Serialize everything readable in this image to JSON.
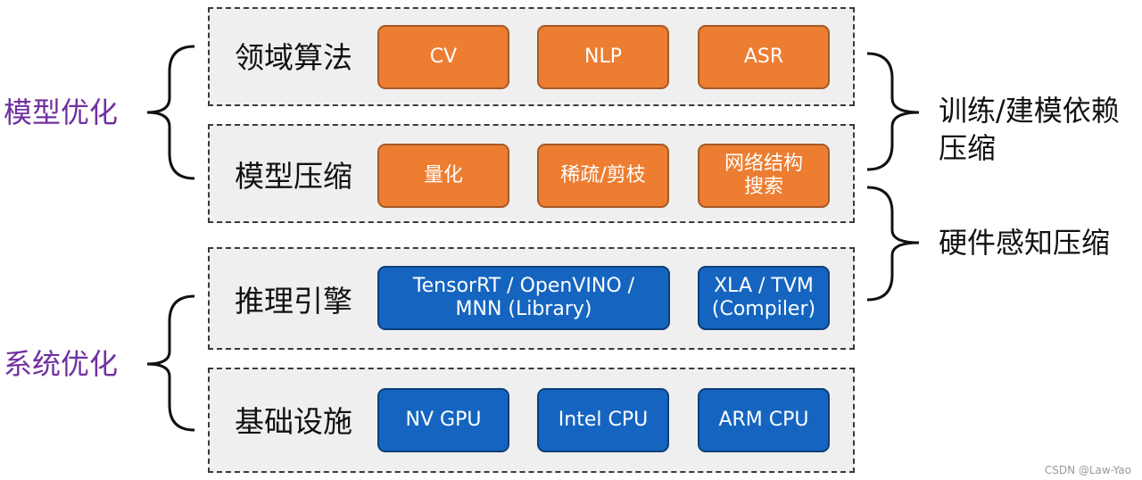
{
  "layers": [
    {
      "label": "领域算法",
      "boxes": [
        "CV",
        "NLP",
        "ASR"
      ]
    },
    {
      "label": "模型压缩",
      "boxes": [
        "量化",
        "稀疏/剪枝",
        "网络结构\n搜索"
      ]
    },
    {
      "label": "推理引擎",
      "boxes": [
        "TensorRT / OpenVINO /\nMNN (Library)",
        "XLA / TVM\n(Compiler)"
      ]
    },
    {
      "label": "基础设施",
      "boxes": [
        "NV GPU",
        "Intel CPU",
        "ARM CPU"
      ]
    }
  ],
  "left_labels": {
    "model": "模型优化",
    "system": "系统优化"
  },
  "right_labels": {
    "training": "训练/建模依赖\n压缩",
    "hardware": "硬件感知压缩"
  },
  "watermark": "CSDN @Law-Yao",
  "colors": {
    "orange": "#ed7d31",
    "blue": "#1565c0",
    "purple": "#7030a0",
    "layer_bg": "#efefef"
  }
}
